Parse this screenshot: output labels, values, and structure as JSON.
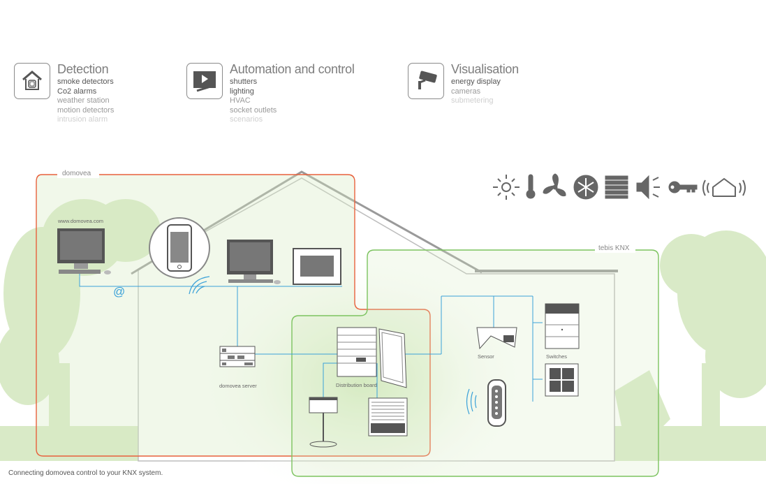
{
  "categories": [
    {
      "title": "Detection",
      "icon": "home-detection-icon",
      "items": [
        {
          "label": "smoke detectors",
          "level": 1
        },
        {
          "label": "Co2 alarms",
          "level": 1
        },
        {
          "label": "weather station",
          "level": 2
        },
        {
          "label": "motion detectors",
          "level": 2
        },
        {
          "label": "intrusion alarm",
          "level": 3
        }
      ]
    },
    {
      "title": "Automation and control",
      "icon": "play-screen-icon",
      "items": [
        {
          "label": "shutters",
          "level": 1
        },
        {
          "label": "lighting",
          "level": 1
        },
        {
          "label": "HVAC",
          "level": 2
        },
        {
          "label": "socket outlets",
          "level": 2
        },
        {
          "label": "scenarios",
          "level": 3
        }
      ]
    },
    {
      "title": "Visualisation",
      "icon": "camera-icon",
      "items": [
        {
          "label": "energy display",
          "level": 1
        },
        {
          "label": "cameras",
          "level": 2
        },
        {
          "label": "submetering",
          "level": 3
        }
      ]
    }
  ],
  "diagram": {
    "domovea_label": "domovea",
    "knx_label": "tebis KNX",
    "website": "www.domovea.com",
    "at_symbol": "@",
    "server_label": "domovea server",
    "board_label": "Distribution board",
    "sensor_label": "Sensor",
    "switches_label": "Switches"
  },
  "function_icons": [
    "sun-icon",
    "thermometer-icon",
    "fan-icon",
    "snowflake-icon",
    "shutter-icon",
    "speaker-icon",
    "key-icon",
    "wireless-home-icon"
  ],
  "colors": {
    "domovea": "#e8603c",
    "knx": "#7cc35f",
    "wire": "#3aa1d8",
    "tree": "#d7e9c4"
  },
  "footer": "Connecting domovea control to your KNX system."
}
